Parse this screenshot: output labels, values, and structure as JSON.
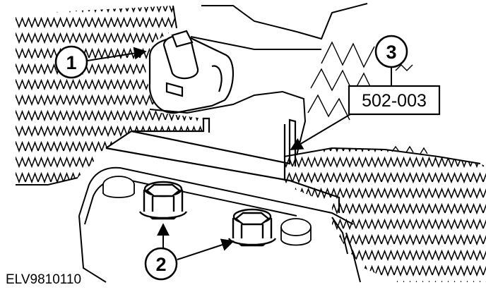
{
  "figure": {
    "id": "ELV9810110"
  },
  "callouts": [
    {
      "number": "1",
      "target": "socket-adapter"
    },
    {
      "number": "2",
      "target": "hex-flange-bolts"
    },
    {
      "number": "3",
      "target": "special-tool-502-003"
    }
  ],
  "tool_label": "502-003",
  "colors": {
    "ink": "#000000",
    "paper": "#ffffff"
  },
  "icons": [
    "zigzag-hatch-pattern",
    "hex-bolt",
    "callout-circle",
    "arrow"
  ]
}
